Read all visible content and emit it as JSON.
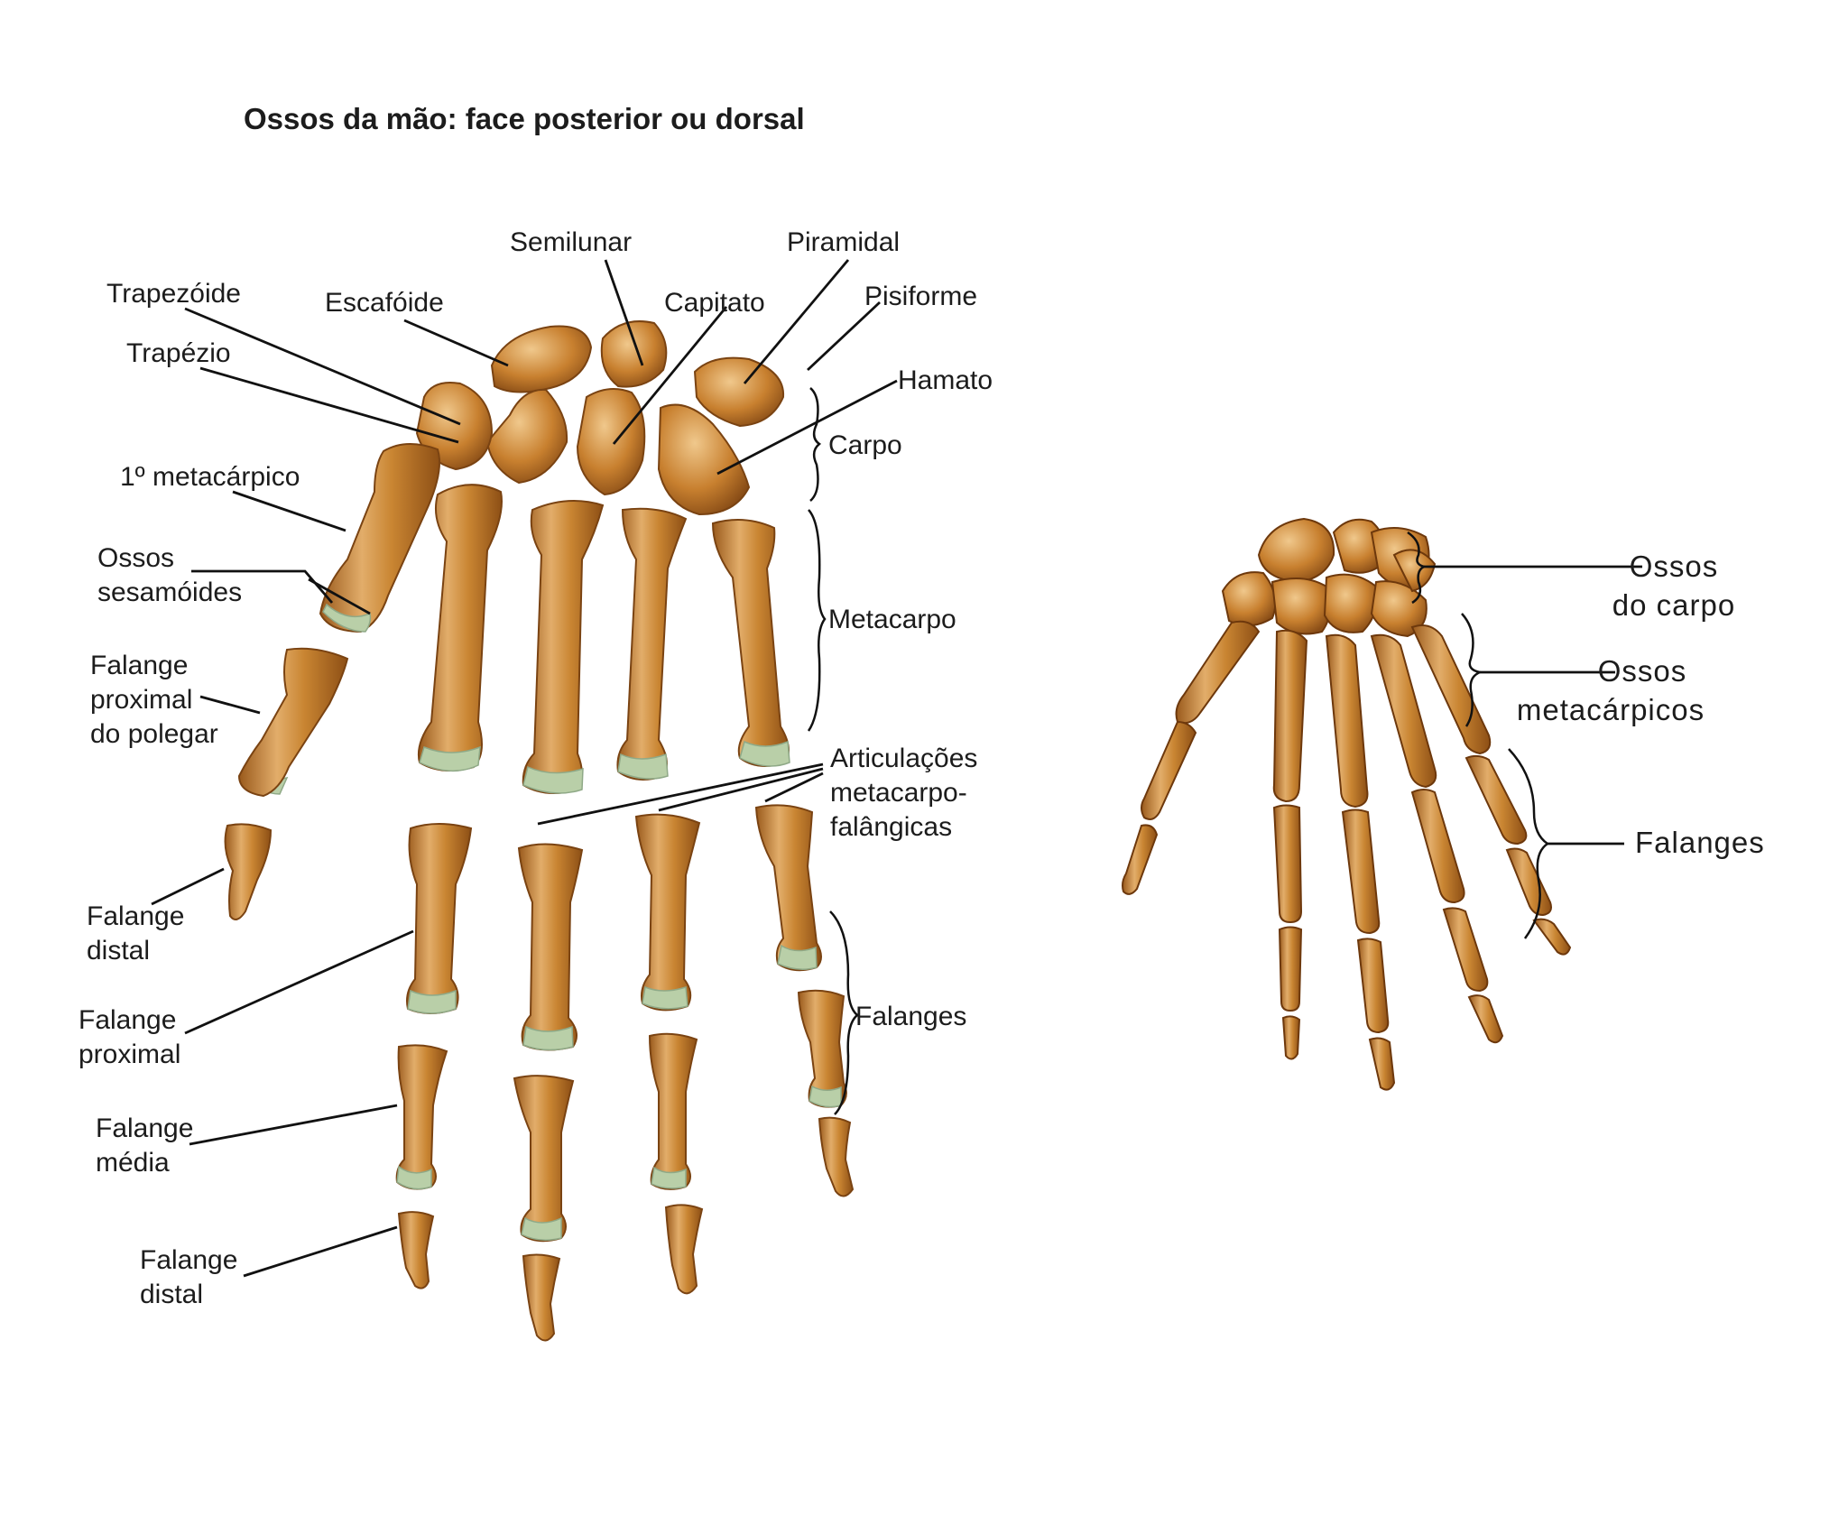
{
  "title": "Ossos da mão: face posterior ou dorsal",
  "labels": {
    "semilunar": "Semilunar",
    "piramidal": "Piramidal",
    "trapezoide": "Trapezóide",
    "escafoide": "Escafóide",
    "capitato": "Capitato",
    "pisiforme": "Pisiforme",
    "hamato": "Hamato",
    "trapezio": "Trapézio",
    "carpo": "Carpo",
    "metacarpico1": "1º metacárpico",
    "sesamoides": [
      "Ossos",
      "sesamóides"
    ],
    "metacarpo": "Metacarpo",
    "falange_proximal_polegar": [
      "Falange",
      "proximal",
      "do polegar"
    ],
    "articulacoes": [
      "Articulações",
      "metacarpo-",
      "falângicas"
    ],
    "falange_distal_polegar": [
      "Falange",
      "distal"
    ],
    "falange_proximal": [
      "Falange",
      "proximal"
    ],
    "falanges": "Falanges",
    "falange_media": [
      "Falange",
      "média"
    ],
    "falange_distal": [
      "Falange",
      "distal"
    ]
  },
  "right_labels": {
    "ossos_carpo": [
      "Ossos",
      "do carpo"
    ],
    "ossos_metacarpicos": [
      "Ossos",
      "metacárpicos"
    ],
    "falanges": "Falanges"
  },
  "colors": {
    "bone": "#c8802f",
    "bone_dark": "#8a4e17",
    "bone_light": "#e9bc7c",
    "cartilage": "#b9cfa8",
    "leader": "#111111"
  }
}
